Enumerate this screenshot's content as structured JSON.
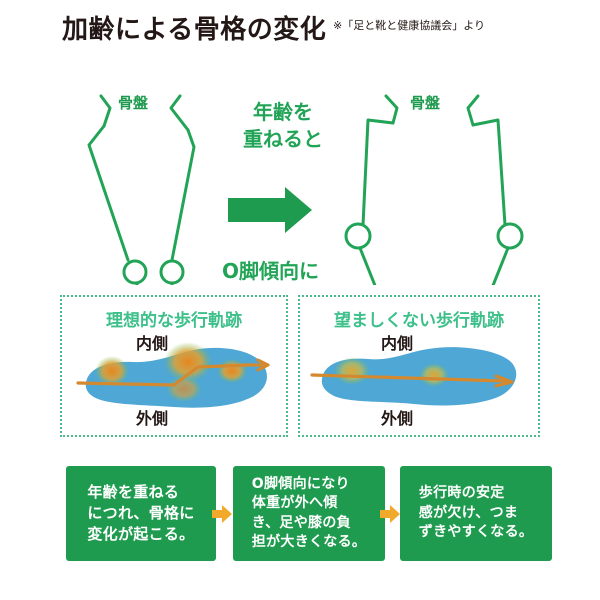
{
  "header": {
    "title": "加齢による骨格の変化",
    "credit": "※「足と靴と健康協議会」より"
  },
  "skeleton": {
    "left_pelvis_label": "骨盤",
    "right_pelvis_label": "骨盤",
    "transition_caption": "年齢を\n重ねると",
    "transition_caption_line1": "年齢を",
    "transition_caption_line2": "重ねると",
    "result_caption": "O脚傾向に",
    "arrow_icon": "right-arrow",
    "line_color": "#22a457"
  },
  "foot_panels": [
    {
      "title": "理想的な歩行軌跡",
      "inner_label": "内側",
      "outer_label": "外側",
      "trajectory": "rises-toward-inside",
      "border_color": "#4bb98a",
      "foot_color": "#3f9fd0",
      "path_color": "#d4892f"
    },
    {
      "title": "望ましくない歩行軌跡",
      "inner_label": "内側",
      "outer_label": "外側",
      "trajectory": "flat-along-outside",
      "border_color": "#4bb98a",
      "foot_color": "#3f9fd0",
      "path_color": "#d4892f"
    }
  ],
  "conclusion": {
    "box_color": "#1f9b4f",
    "arrow_color": "#f0a92a",
    "steps": [
      {
        "text": "年齢を重ねる\nにつれ、骨格に\n変化が起こる。"
      },
      {
        "text": "O脚傾向になり\n体重が外へ傾\nき、足や膝の負\n担が大きくなる。"
      },
      {
        "text": "歩行時の安定\n感が欠け、つま\nずきやすくなる。"
      }
    ],
    "arrow_icon": "right-arrow"
  }
}
